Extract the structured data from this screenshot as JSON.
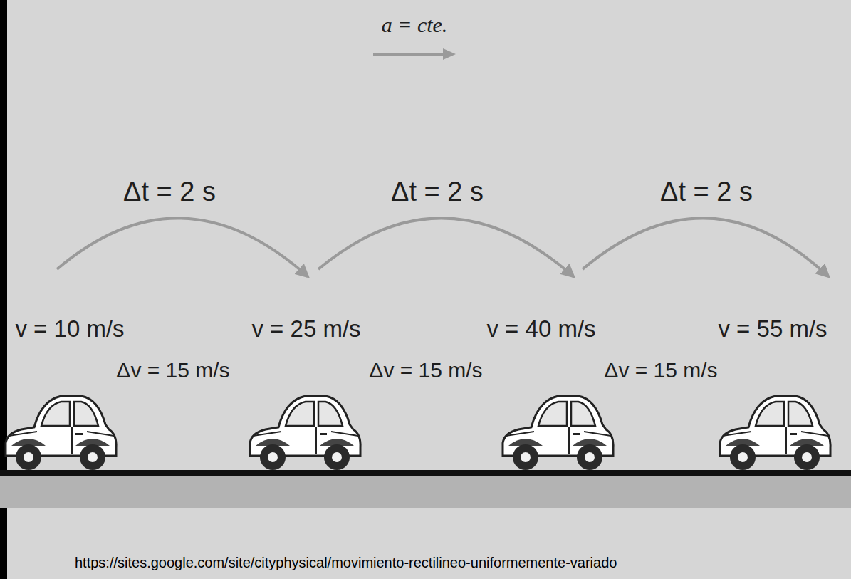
{
  "diagram": {
    "labels": [
      "a = cte.",
      "Δt = 2 s",
      "Δt = 2 s",
      "Δt = 2 s",
      "v = 10 m/s",
      "v = 25 m/s",
      "v = 40 m/s",
      "v = 55 m/s",
      "Δv = 15 m/s",
      "Δv = 15 m/s",
      "Δv = 15 m/s",
      "https://sites.google.com/site/cityphysical/movimiento-rectilineo-uniformemente-variado"
    ]
  }
}
